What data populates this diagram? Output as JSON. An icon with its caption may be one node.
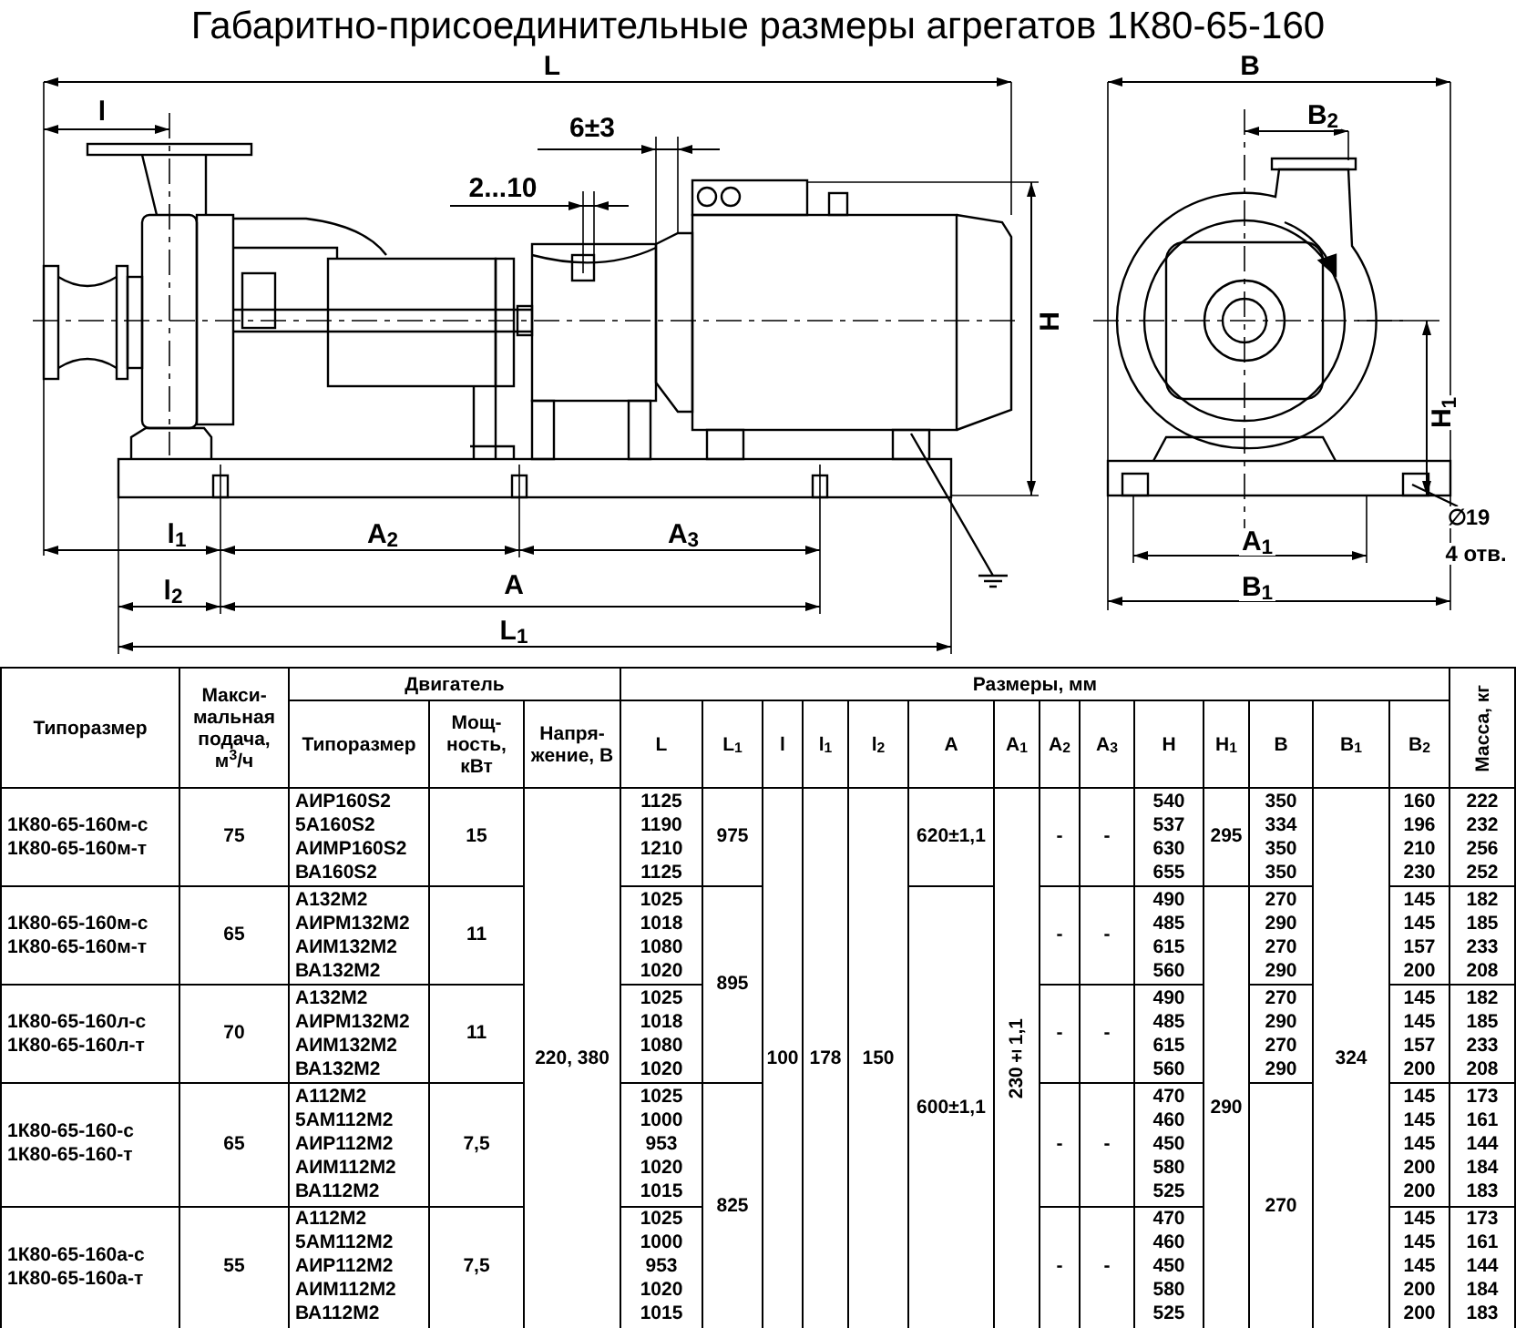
{
  "diagram": {
    "title": "Габаритно-присоединительные размеры агрегатов 1К80-65-160",
    "labels": [
      "L",
      "B",
      "l",
      "6±3",
      "B$_{2}$",
      "2...10",
      "H",
      "H$_{1}$",
      "l$_{1}$",
      "A$_{2}$",
      "A$_{3}$",
      "∅19",
      "4 отв.",
      "A$_{1}$",
      "l$_{2}$",
      "A",
      "B$_{1}$",
      "L$_{1}$",
      "Типоразмер",
      "Макси-мальная подача, м$^{3}$/ч",
      "Двигатель",
      "Размеры, мм",
      "Масса, кг",
      "Типоразмер",
      "Мощ-ность, кВт",
      "Напря-жение, В",
      "L",
      "L$_{1}$",
      "l",
      "l$_{1}$",
      "l$_{2}$",
      "A",
      "A$_{1}$",
      "A$_{2}$",
      "A$_{3}$",
      "H",
      "H$_{1}$",
      "B",
      "B$_{1}$",
      "B$_{2}$",
      "1К80-65-160м-с",
      "1К80-65-160м-т",
      "75",
      "АИР160S2",
      "5А160S2",
      "АИМР160S2",
      "ВА160S2",
      "15",
      "220, 380",
      "1125",
      "1190",
      "1210",
      "1125",
      "975",
      "100",
      "178",
      "150",
      "620±1,1",
      "230±1,1",
      "-",
      "-",
      "540",
      "537",
      "630",
      "655",
      "295",
      "350",
      "334",
      "350",
      "350",
      "324",
      "160",
      "196",
      "210",
      "230",
      "222",
      "232",
      "256",
      "252",
      "1К80-65-160м-с",
      "1К80-65-160м-т",
      "65",
      "А132М2",
      "АИРМ132М2",
      "АИМ132М2",
      "ВА132М2",
      "11",
      "1025",
      "1018",
      "1080",
      "1020",
      "895",
      "600±1,1",
      "-",
      "-",
      "490",
      "485",
      "615",
      "560",
      "290",
      "270",
      "290",
      "270",
      "290",
      "145",
      "145",
      "157",
      "200",
      "182",
      "185",
      "233",
      "208",
      "1К80-65-160л-с",
      "1К80-65-160л-т",
      "70",
      "А132М2",
      "АИРМ132М2",
      "АИМ132М2",
      "ВА132М2",
      "11",
      "1025",
      "1018",
      "1080",
      "1020",
      "-",
      "-",
      "490",
      "485",
      "615",
      "560",
      "270",
      "290",
      "270",
      "290",
      "145",
      "145",
      "157",
      "200",
      "182",
      "185",
      "233",
      "208",
      "1К80-65-160-с",
      "1К80-65-160-т",
      "65",
      "А112М2",
      "5АМ112М2",
      "АИР112М2",
      "АИМ112М2",
      "ВА112М2",
      "7,5",
      "1025",
      "1000",
      "953",
      "1020",
      "1015",
      "825",
      "-",
      "-",
      "470",
      "460",
      "450",
      "580",
      "525",
      "270",
      "145",
      "145",
      "145",
      "200",
      "200",
      "173",
      "161",
      "144",
      "184",
      "183",
      "1К80-65-160а-с",
      "1К80-65-160а-т",
      "55",
      "А112М2",
      "5АМ112М2",
      "АИР112М2",
      "АИМ112М2",
      "ВА112М2",
      "7,5",
      "1025",
      "1000",
      "953",
      "1020",
      "1015",
      "-",
      "-",
      "470",
      "460",
      "450",
      "580",
      "525",
      "145",
      "145",
      "145",
      "200",
      "200",
      "173",
      "161",
      "144",
      "184",
      "183"
    ]
  }
}
